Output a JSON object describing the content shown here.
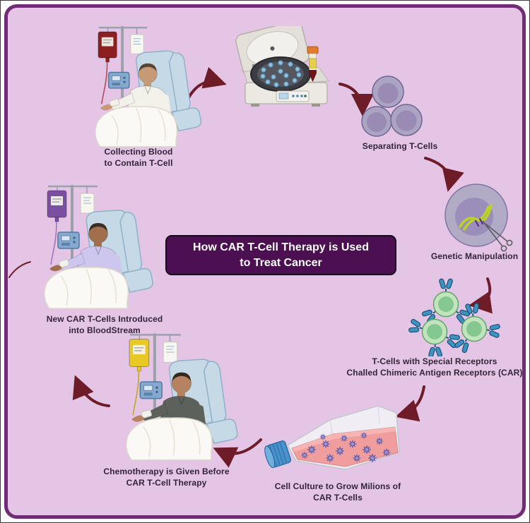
{
  "title": "How CAR T-Cell Therapy is Used\nto Treat Cancer",
  "steps": {
    "collect": "Collecting Blood\nto Contain T-Cell",
    "separate": "Separating T-Cells",
    "genetic": "Genetic Manipulation",
    "receptors": "T-Cells with Special Receptors\nChalled Chimeric Antigen Receptors (CAR)",
    "culture": "Cell Culture to Grow Milions of\nCAR T-Cells",
    "chemo": "Chemotherapy is Given Before\nCAR T-Cell Therapy",
    "infuse": "New CAR T-Cells Introduced\ninto BloodStream"
  },
  "icons": {
    "patient_collect": "patient-iv-blood-collection",
    "centrifuge": "centrifuge-machine",
    "tcell_cluster": "purple-tcell-cluster",
    "genetic_cell": "cell-dna-scissors",
    "car_tcells": "green-tcells-with-receptors",
    "flask": "cell-culture-flask",
    "patient_chemo": "patient-iv-chemotherapy",
    "patient_infuse": "patient-iv-infusion"
  },
  "colors": {
    "background": "#e5c5e6",
    "frame_border": "#702d76",
    "title_box": "#4c0f52",
    "title_text": "#ffffff",
    "label_text": "#332438",
    "arrow": "#6e1d28",
    "blood_bag": "#8c1f1f",
    "chemo_bag": "#e8c822",
    "car_t_bag": "#7b4fa0",
    "chair": "#c6d9e7",
    "tcell_purple": "#aba4c2",
    "tcell_green": "#c2e4bd",
    "receptor_blue": "#3d94c2",
    "dna_green": "#b9d226",
    "culture_medium": "#f09d9d"
  }
}
